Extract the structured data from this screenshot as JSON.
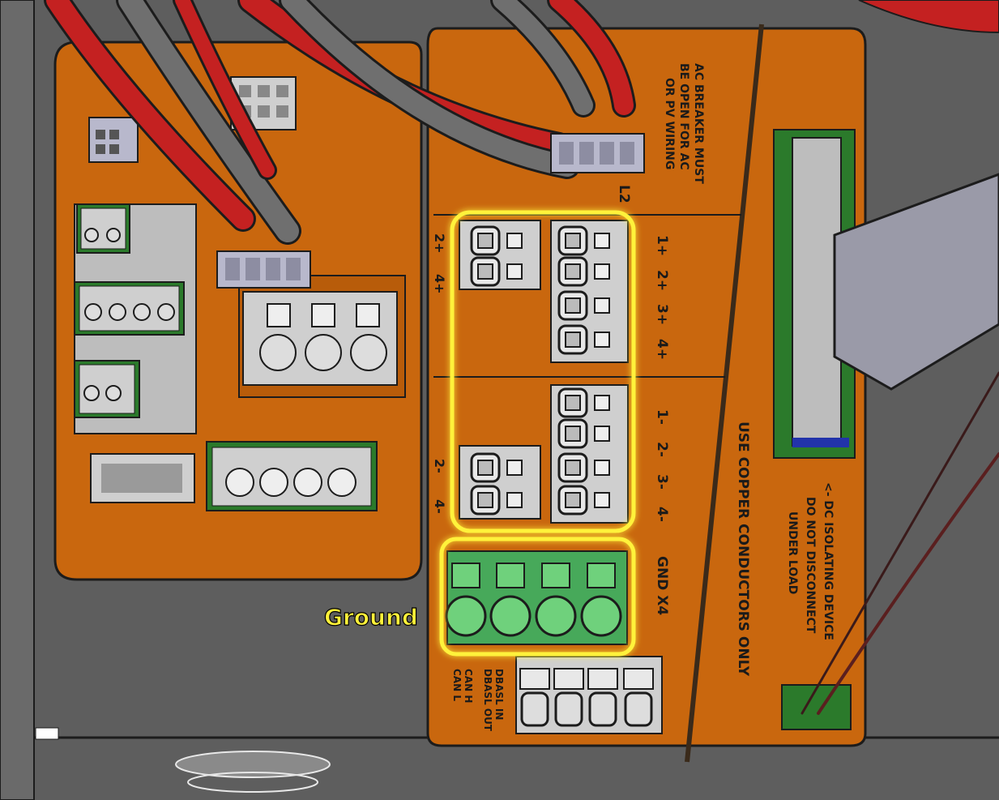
{
  "colors": {
    "background": "#5e5e5e",
    "panel_orange": "#c9670e",
    "highlight": "#fff23a",
    "ground_green": "#5cc36a",
    "terminal_gray": "#cfcfcf",
    "wire_red": "#c42121",
    "wire_gray": "#6f6f6f"
  },
  "labels": {
    "ac_warning": [
      "AC BREAKER MUST",
      "BE OPEN FOR AC",
      "OR PV WIRING"
    ],
    "l2": "L2",
    "left_plus_top": "2+",
    "left_plus_bottom": "4+",
    "right_plus": [
      "1+",
      "2+",
      "3+",
      "4+"
    ],
    "left_minus_top": "2-",
    "left_minus_bottom": "4-",
    "right_minus": [
      "1-",
      "2-",
      "3-",
      "4-"
    ],
    "gnd": "GND X4",
    "copper": "USE COPPER CONDUCTORS ONLY",
    "dc_warning": [
      "<- DC ISOLATING DEVICE",
      "DO NOT DISCONNECT",
      "UNDER LOAD"
    ],
    "comm": [
      "DBASL IN",
      "DBASL OUT",
      "CAN H",
      "CAN L"
    ]
  },
  "callout": {
    "ground": "Ground"
  }
}
